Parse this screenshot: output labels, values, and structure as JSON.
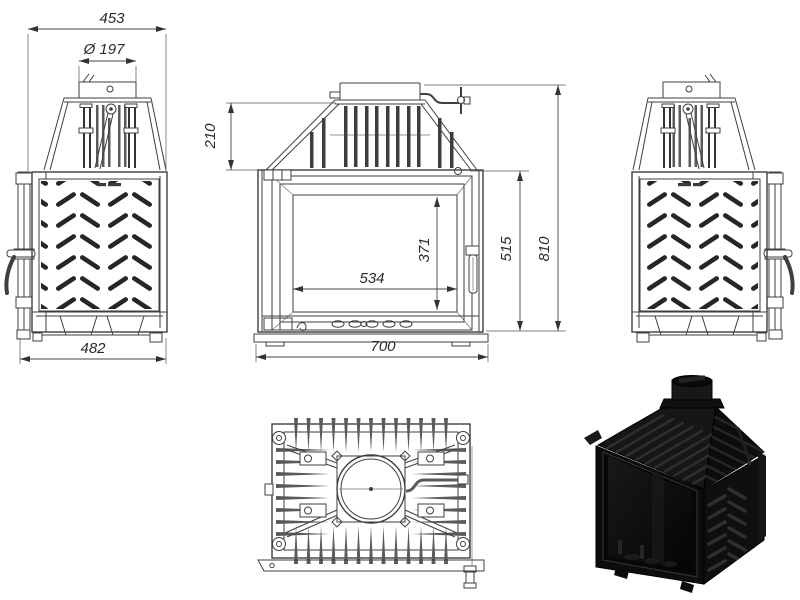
{
  "drawing": {
    "dimensions": {
      "top_depth": "453",
      "flue_diameter": "Ø 197",
      "base_depth": "482",
      "hood_height": "210",
      "glass_width": "534",
      "glass_height": "371",
      "body_height": "515",
      "total_height": "810",
      "front_width": "700"
    },
    "colors": {
      "background": "#ffffff",
      "line": "#3f3f3f",
      "dimension_text": "#2b2b2b",
      "fin_dark": "#2b2b2b",
      "render_body": "#111111"
    }
  }
}
